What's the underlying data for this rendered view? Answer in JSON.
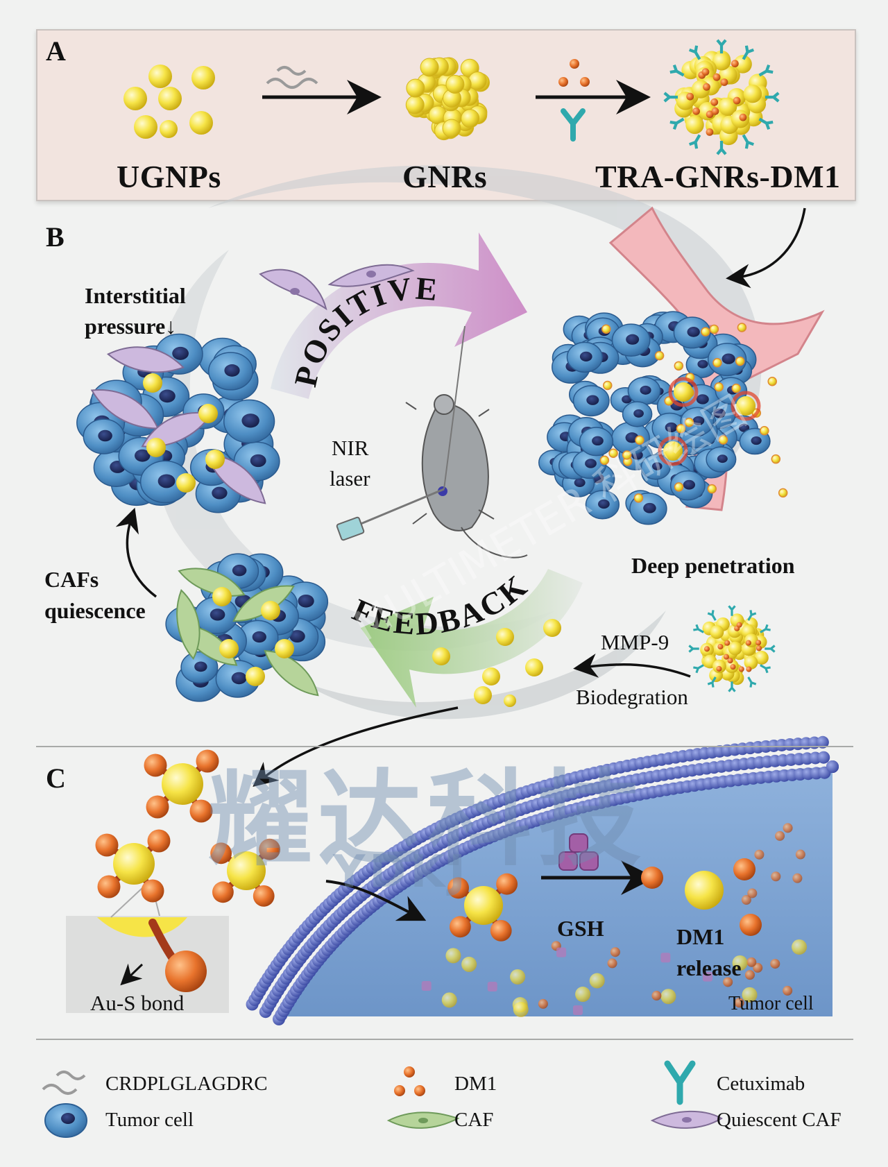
{
  "panel_a": {
    "letter": "A",
    "labels": [
      "UGNPs",
      "GNRs",
      "TRA-GNRs-DM1"
    ]
  },
  "panel_b": {
    "letter": "B",
    "interstitial": [
      "Interstitial",
      "pressure↓"
    ],
    "positive": "POSITIVE",
    "feedback": "FEEDBACK",
    "nir": [
      "NIR",
      "laser"
    ],
    "deep_penetration": "Deep penetration",
    "cafs": [
      "CAFs",
      "quiescence"
    ],
    "mmp9": "MMP-9",
    "biodegration": "Biodegration"
  },
  "panel_c": {
    "letter": "C",
    "au_s_bond": "Au-S bond",
    "gsh": "GSH",
    "dm1_release": [
      "DM1",
      "release"
    ],
    "tumor_cell": "Tumor cell"
  },
  "legend": {
    "items": [
      {
        "label": "CRDPLGLAGDRC",
        "icon": "peptide-wave-icon"
      },
      {
        "label": "DM1",
        "icon": "dm1-dots-icon"
      },
      {
        "label": "Cetuximab",
        "icon": "antibody-y-icon"
      },
      {
        "label": "Tumor cell",
        "icon": "tumor-cell-icon"
      },
      {
        "label": "CAF",
        "icon": "caf-green-icon"
      },
      {
        "label": "Quiescent CAF",
        "icon": "quiescent-caf-icon"
      }
    ]
  },
  "watermark": {
    "main": "耀达科技",
    "sub": "YDKJ",
    "repeat": "MULTIMETER 科研绘图"
  },
  "colors": {
    "gold": "#f3e24a",
    "tumor_blue": "#4f8fc5",
    "tumor_dark": "#1e2f63",
    "caf_purple": "#c9b3da",
    "caf_green": "#b6d49a",
    "dm1_orange": "#e07030",
    "antibody_teal": "#3fb3b6",
    "vessel_pink": "#f3b3b8"
  }
}
